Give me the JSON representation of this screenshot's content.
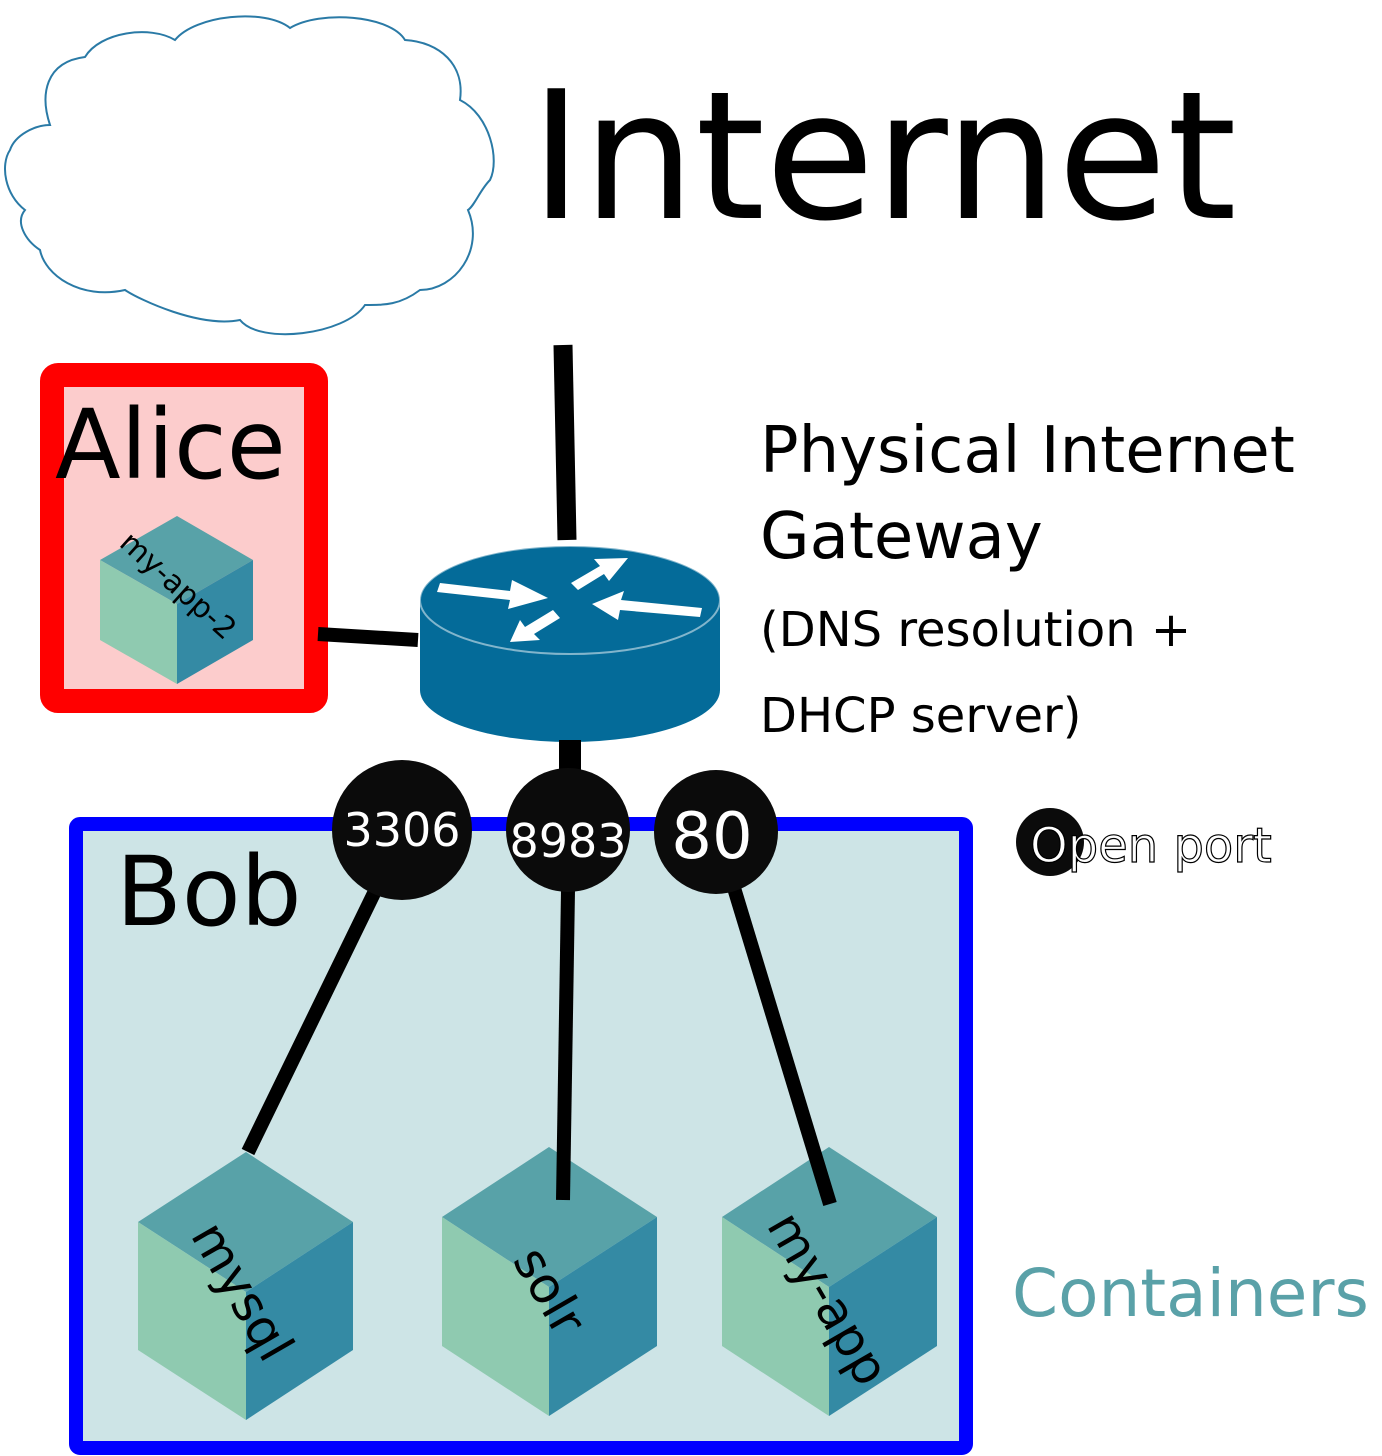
{
  "title": "Internet",
  "gateway": {
    "title_line1": "Physical Internet",
    "title_line2": "Gateway",
    "desc_line1": "(DNS resolution +",
    "desc_line2": "DHCP server)"
  },
  "hosts": {
    "alice": {
      "name": "Alice",
      "containers": [
        "my-app-2"
      ]
    },
    "bob": {
      "name": "Bob",
      "containers": [
        "mysql",
        "solr",
        "my-app"
      ]
    }
  },
  "ports": [
    "3306",
    "8983",
    "80"
  ],
  "legend": {
    "open_port": "Open port",
    "containers": "Containers"
  },
  "colors": {
    "cloud_stroke": "#2a7aa6",
    "alice_border": "#ff0000",
    "alice_fill": "#fccccc",
    "bob_border": "#0000ff",
    "bob_fill": "#cde4e6",
    "router": "#046b99",
    "port": "#0b0b0b",
    "cube_top": "#58a2a8",
    "cube_left": "#8fcab0",
    "cube_right": "#348aa4",
    "containers_label": "#5aa1a8"
  }
}
